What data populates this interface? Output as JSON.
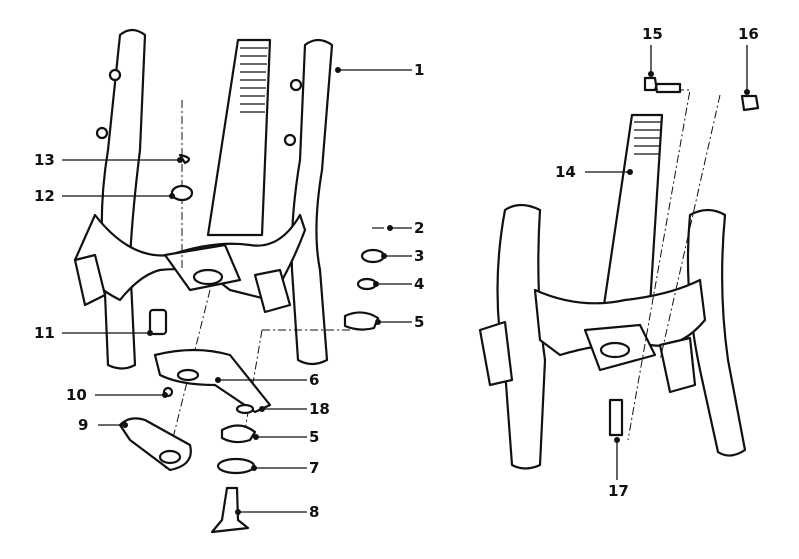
{
  "diagram": {
    "type": "exploded-parts-view",
    "left_assembly": {
      "callouts": [
        "1",
        "2",
        "3",
        "4",
        "5",
        "6",
        "18",
        "5",
        "7",
        "8",
        "9",
        "10",
        "11",
        "12",
        "13"
      ]
    },
    "right_assembly": {
      "callouts": [
        "14",
        "15",
        "16",
        "17"
      ]
    }
  },
  "labels": {
    "l1": "1",
    "l2": "2",
    "l3": "3",
    "l4": "4",
    "l5a": "5",
    "l6": "6",
    "l18": "18",
    "l5b": "5",
    "l7": "7",
    "l8": "8",
    "l9": "9",
    "l10": "10",
    "l11": "11",
    "l12": "12",
    "l13": "13",
    "l14": "14",
    "l15": "15",
    "l16": "16",
    "l17": "17"
  }
}
